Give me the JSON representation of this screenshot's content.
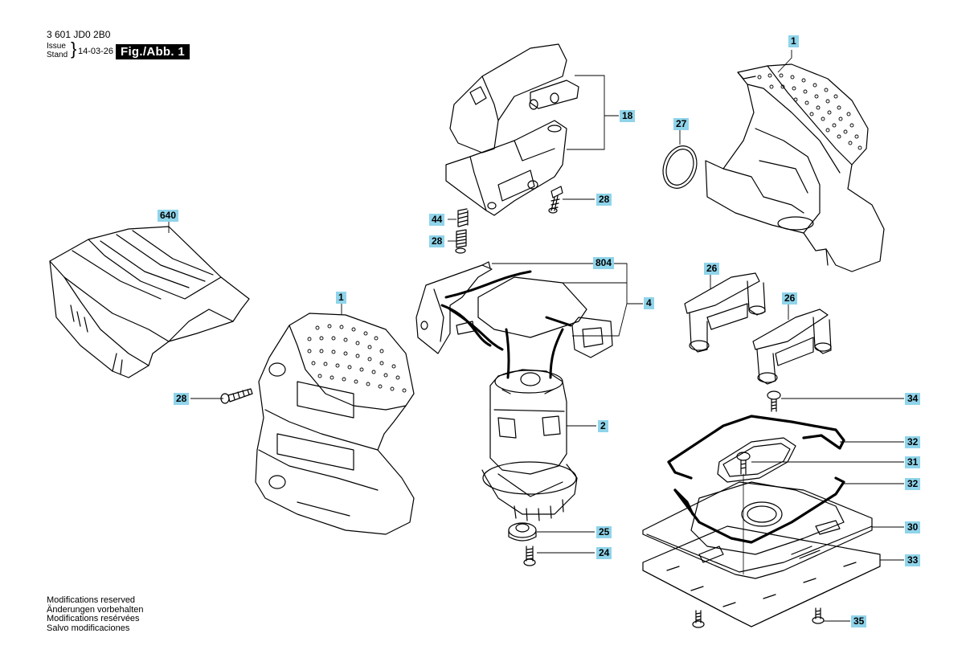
{
  "header": {
    "doc_number": "3 601 JD0 2B0",
    "issue_label_en": "Issue",
    "issue_label_de": "Stand",
    "issue_date": "14-03-26",
    "figure_label": "Fig./Abb. 1"
  },
  "notes": [
    "Modifications reserved",
    "Änderungen vorbehalten",
    "Modifications resérvées",
    "Salvo modificaciones"
  ],
  "callouts": {
    "c1_top": "1",
    "c18": "18",
    "c27": "27",
    "c28_handle": "28",
    "c44": "44",
    "c28_spring": "28",
    "c640": "640",
    "c804": "804",
    "c4": "4",
    "c26_a": "26",
    "c26_b": "26",
    "c1_housing": "1",
    "c28_left": "28",
    "c2": "2",
    "c34": "34",
    "c32_a": "32",
    "c31": "31",
    "c32_b": "32",
    "c25": "25",
    "c30": "30",
    "c24": "24",
    "c33": "33",
    "c35": "35"
  }
}
